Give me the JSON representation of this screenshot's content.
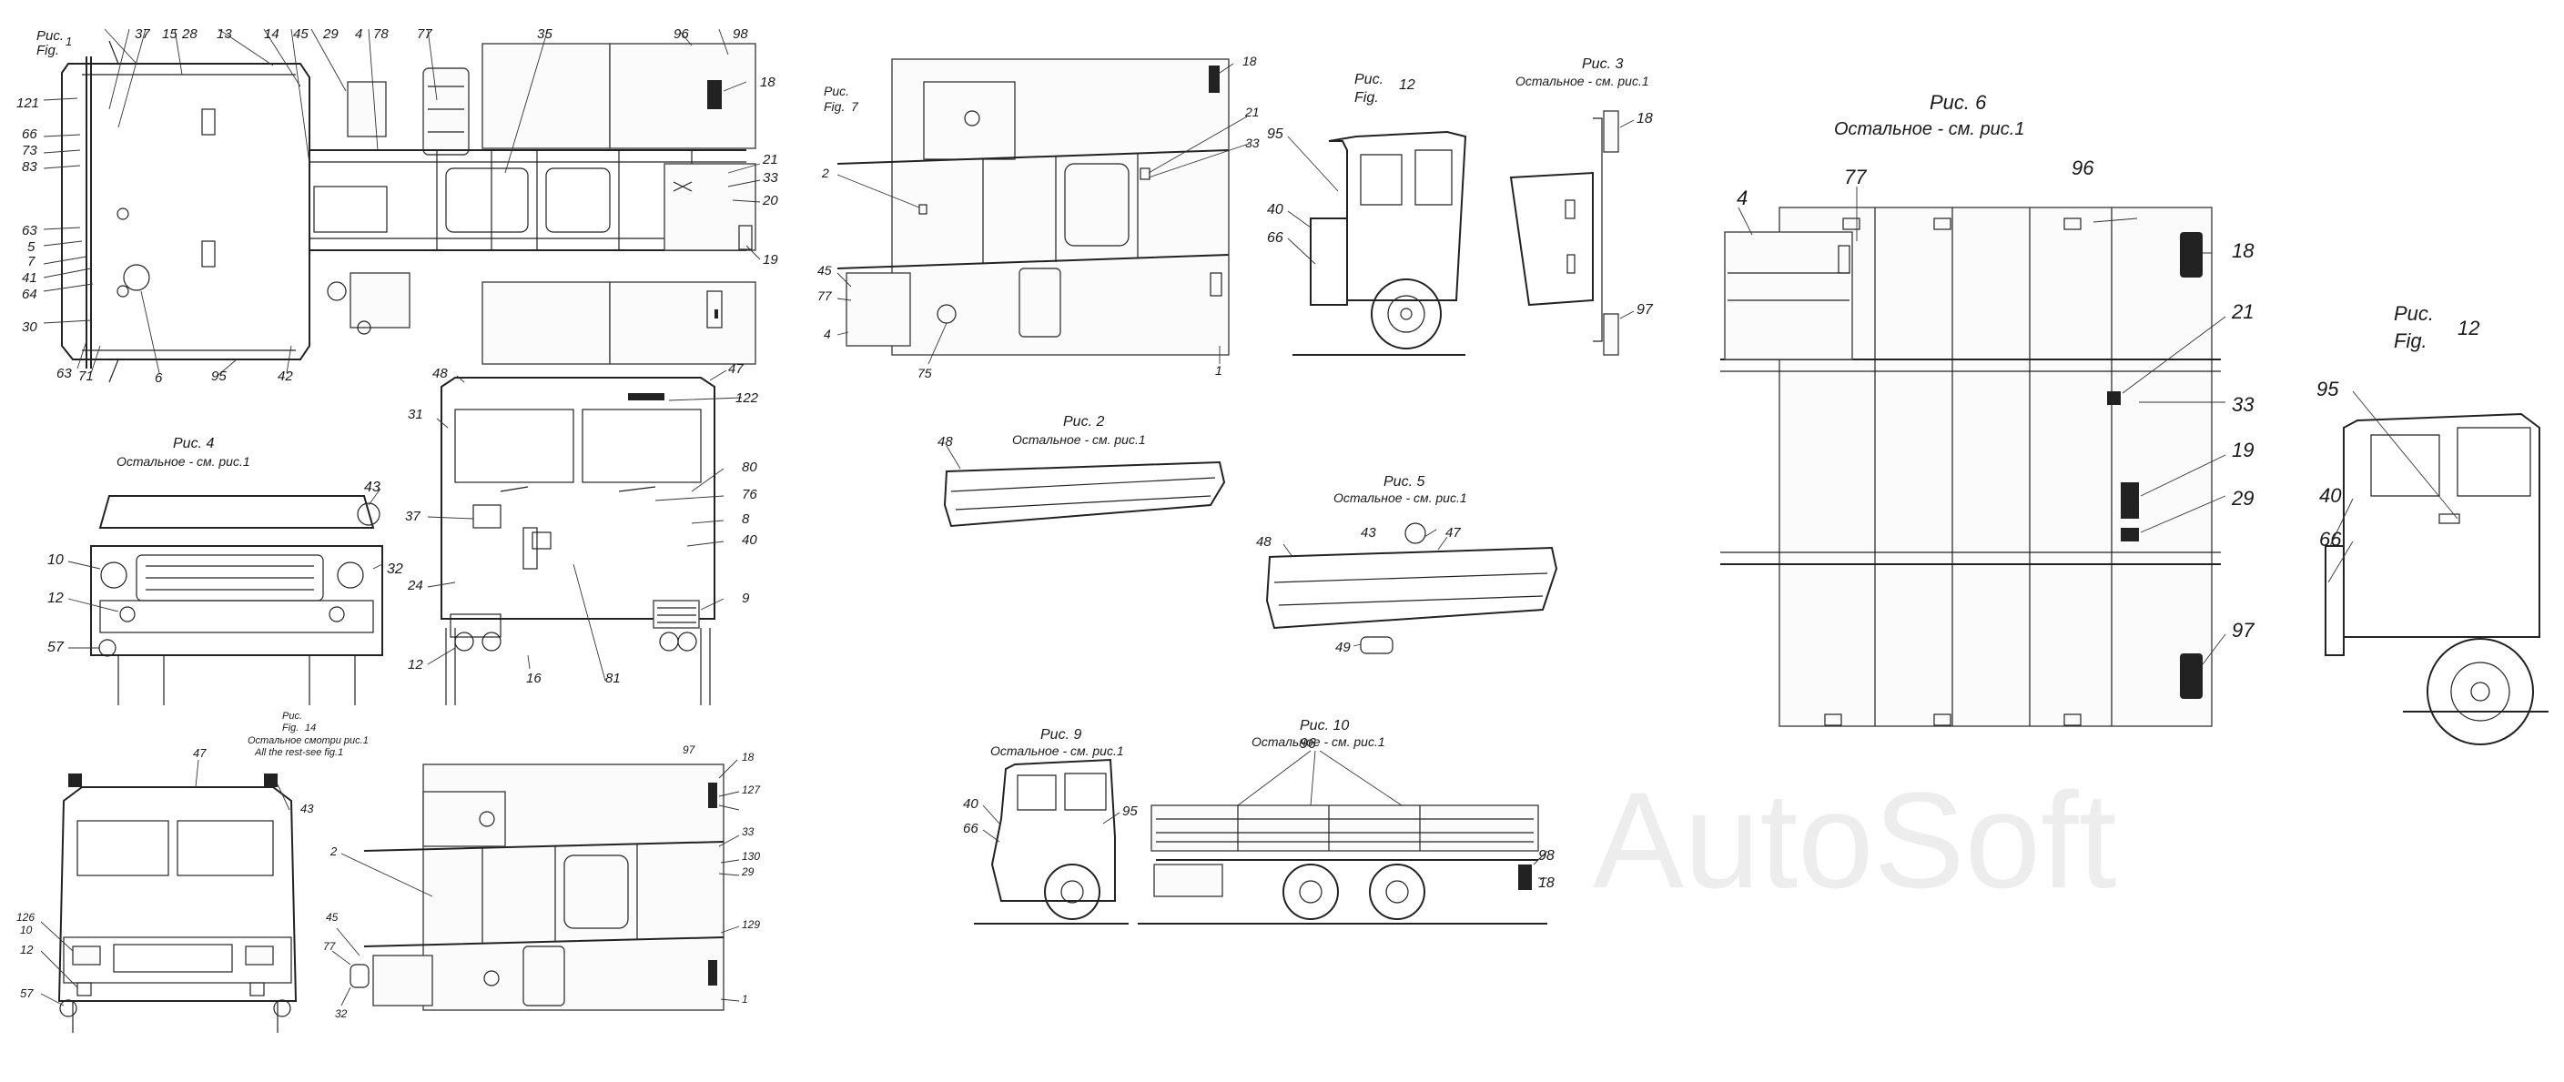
{
  "watermark": "AutoSoft",
  "fig1": {
    "caption_ru": "Рис.",
    "caption_en": "Fig.",
    "number": "1",
    "callouts": [
      "121",
      "37",
      "15",
      "28",
      "13",
      "14",
      "45",
      "29",
      "4",
      "78",
      "77",
      "35",
      "96",
      "98",
      "18",
      "66",
      "73",
      "83",
      "21",
      "33",
      "20",
      "63",
      "5",
      "19",
      "7",
      "41",
      "64",
      "30",
      "63",
      "71",
      "6",
      "95",
      "42"
    ]
  },
  "fig7": {
    "caption_ru": "Рис.",
    "caption_en": "Fig.",
    "number": "7",
    "callouts": [
      "18",
      "21",
      "33",
      "2",
      "45",
      "77",
      "4",
      "75",
      "1"
    ]
  },
  "fig12_small": {
    "caption_ru": "Рис.",
    "number": "12",
    "caption_en": "Fig.",
    "callouts": [
      "95",
      "40",
      "66"
    ]
  },
  "fig3": {
    "caption": "Рис. 3",
    "note": "Остальное - см. рис.1",
    "callouts": [
      "18",
      "97"
    ]
  },
  "fig4": {
    "caption": "Рис. 4",
    "note": "Остальное - см. рис.1",
    "callouts": [
      "43",
      "10",
      "32",
      "12",
      "57"
    ]
  },
  "fig_front": {
    "callouts": [
      "48",
      "47",
      "122",
      "31",
      "80",
      "76",
      "37",
      "8",
      "40",
      "24",
      "9",
      "12",
      "16",
      "81"
    ]
  },
  "fig2": {
    "caption": "Рис. 2",
    "note": "Остальное - см. рис.1",
    "callouts": [
      "48"
    ]
  },
  "fig5": {
    "caption": "Рис. 5",
    "note": "Остальное - см. рис.1",
    "callouts": [
      "43",
      "47",
      "48",
      "49"
    ]
  },
  "fig14": {
    "caption_ru": "Рис.",
    "number": "14",
    "caption_en": "Fig.",
    "note_ru": "Остальное смотри рис.1",
    "note_en": "All the rest-see fig.1",
    "callouts": [
      "47",
      "43",
      "126",
      "10",
      "12",
      "57"
    ]
  },
  "fig_side2": {
    "callouts": [
      "97",
      "18",
      "127",
      "2",
      "33",
      "130",
      "29",
      "45",
      "77",
      "32",
      "129",
      "1"
    ]
  },
  "fig9": {
    "caption": "Рис. 9",
    "note": "Остальное - см. рис.1",
    "callouts": [
      "40",
      "66",
      "95"
    ]
  },
  "fig10": {
    "caption": "Рис. 10",
    "note": "Остальное - см. рис.1",
    "callouts": [
      "96",
      "98",
      "18"
    ]
  },
  "fig6": {
    "caption": "Рис. 6",
    "note": "Остальное - см. рис.1",
    "callouts": [
      "4",
      "77",
      "96",
      "18",
      "21",
      "33",
      "19",
      "29",
      "97"
    ]
  },
  "fig12_large": {
    "caption_ru": "Рис.",
    "number": "12",
    "caption_en": "Fig.",
    "callouts": [
      "95",
      "40",
      "66"
    ]
  }
}
